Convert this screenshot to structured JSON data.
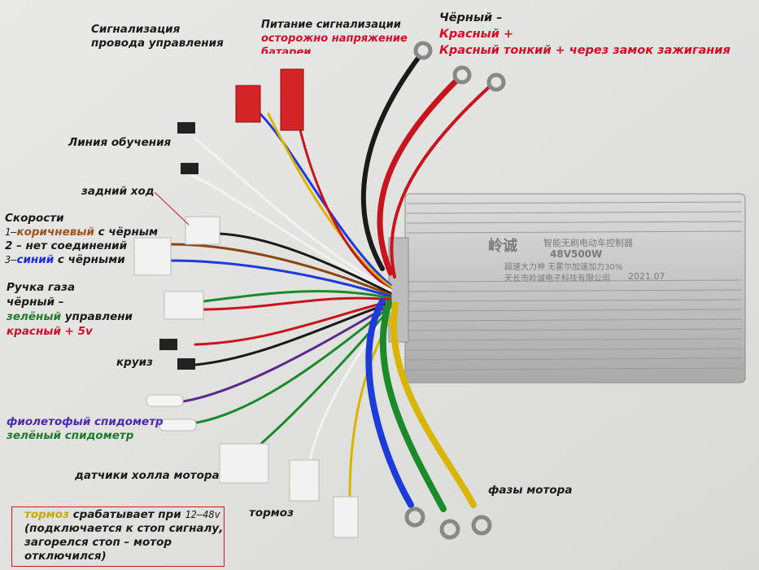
{
  "labels": {
    "signal_wire": [
      "Сигнализация",
      "провода управления"
    ],
    "signal_power_title": "Питание сигнализации",
    "signal_power_warning": [
      "осторожно напряжение",
      "батареи"
    ],
    "power_black": "Чёрный –",
    "power_red": "Красный +",
    "power_red_thin": "Красный тонкий + через замок зажигания",
    "learn_line": "Линия обучения",
    "reverse": "задний ход",
    "speeds_title": "Скорости",
    "speed1_num": "1–",
    "speed1_color": "коричневый",
    "speed1_rest": " с чёрным",
    "speed2": "2 – нет соединений",
    "speed3_num": "3–",
    "speed3_color": "синий",
    "speed3_rest": " с чёрными",
    "throttle_title": "Ручка газа",
    "throttle_black": "чёрный –",
    "throttle_green_color": "зелёный",
    "throttle_green_rest": " управлени",
    "throttle_red": "красный + 5v",
    "cruise": "круиз",
    "speedo_purple": "фиолетофый спидометр",
    "speedo_green": "зелёный спидометр",
    "hall_sensors": "датчики холла мотора",
    "brake": "тормоз",
    "brake_note_color": "тормоз",
    "brake_note_rest": " срабатывает при ",
    "brake_note_volt": "12–48v",
    "brake_note_line2": "(подключается к стоп сигналу,",
    "brake_note_line3": "загорелся стоп – мотор",
    "brake_note_line4": "отключился)",
    "motor_phases": "фазы мотора"
  },
  "controller": {
    "brand": "岭诚",
    "line1": "智能无刷电动车控制器",
    "model": "48V500W",
    "line3": "超速大力神  无霍尔加速加力30%",
    "maker": "天长市岭诚电子科技有限公司",
    "date": "2021.07"
  },
  "colors": {
    "label_red": "#d0102a",
    "label_brown": "#a0521d",
    "label_blue": "#1d2bd8",
    "label_green": "#1f7a2a",
    "label_purple": "#4a2ab0",
    "label_yellow": "#c9a800"
  }
}
